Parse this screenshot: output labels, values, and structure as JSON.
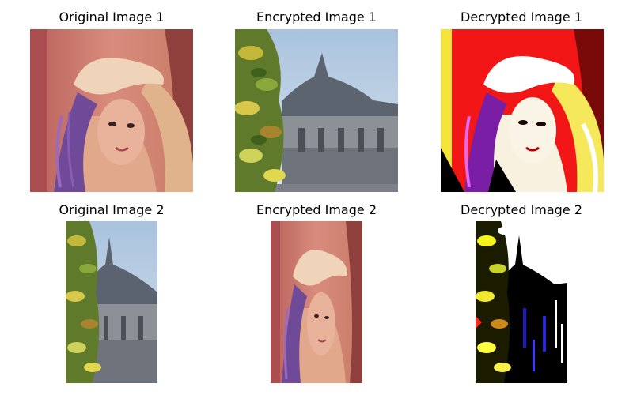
{
  "figure": {
    "panels": [
      {
        "title": "Original Image 1",
        "content": "portrait-woman-hat"
      },
      {
        "title": "Encrypted Image 1",
        "content": "building-leaves"
      },
      {
        "title": "Decrypted Image 1",
        "content": "portrait-woman-hat-saturated-red"
      },
      {
        "title": "Original Image 2",
        "content": "building-leaves"
      },
      {
        "title": "Encrypted Image 2",
        "content": "portrait-woman-hat"
      },
      {
        "title": "Decrypted Image 2",
        "content": "building-leaves-high-contrast"
      }
    ]
  }
}
